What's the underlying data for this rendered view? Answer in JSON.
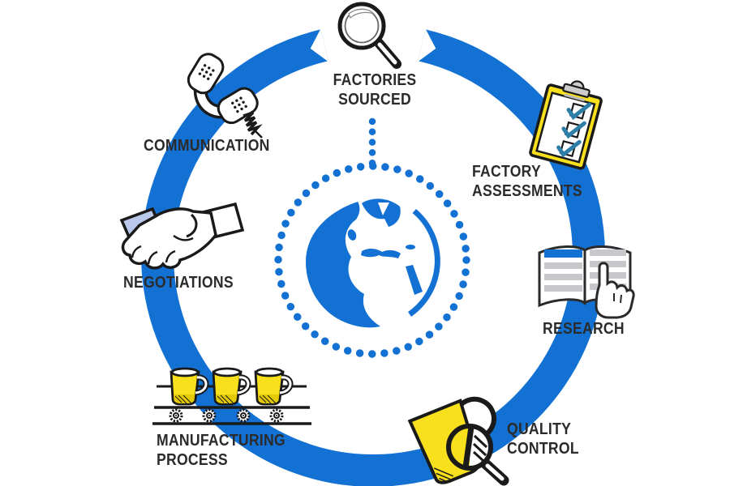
{
  "diagram": {
    "type": "process-cycle",
    "center": {
      "icon": "globe-icon"
    },
    "stages": [
      {
        "id": "factories-sourced",
        "icon": "magnifier-icon",
        "lines": [
          "FACTORIES",
          "SOURCED"
        ]
      },
      {
        "id": "factory-assessments",
        "icon": "clipboard-icon",
        "lines": [
          "FACTORY",
          "ASSESSMENTS"
        ]
      },
      {
        "id": "research",
        "icon": "open-book-icon",
        "lines": [
          "RESEARCH"
        ]
      },
      {
        "id": "quality-control",
        "icon": "mug-magnifier-icon",
        "lines": [
          "QUALITY",
          "CONTROL"
        ]
      },
      {
        "id": "manufacturing-process",
        "icon": "conveyor-mugs-icon",
        "lines": [
          "MANUFACTURING",
          "PROCESS"
        ]
      },
      {
        "id": "negotiations",
        "icon": "handshake-icon",
        "lines": [
          "NEGOTIATIONS"
        ]
      },
      {
        "id": "communication",
        "icon": "phone-icon",
        "lines": [
          "COMMUNICATION"
        ]
      }
    ]
  },
  "colors": {
    "accent_blue": "#1371d3",
    "icon_yellow": "#f8e11c",
    "shade_yellow": "#e4cb05",
    "check_teal": "#2e7fa8",
    "text_dark": "#2b2b2b",
    "line_gray": "#c7c7cb",
    "sleeve_blue": "#b9c8ea",
    "outline_dark": "#1a1a1a"
  }
}
